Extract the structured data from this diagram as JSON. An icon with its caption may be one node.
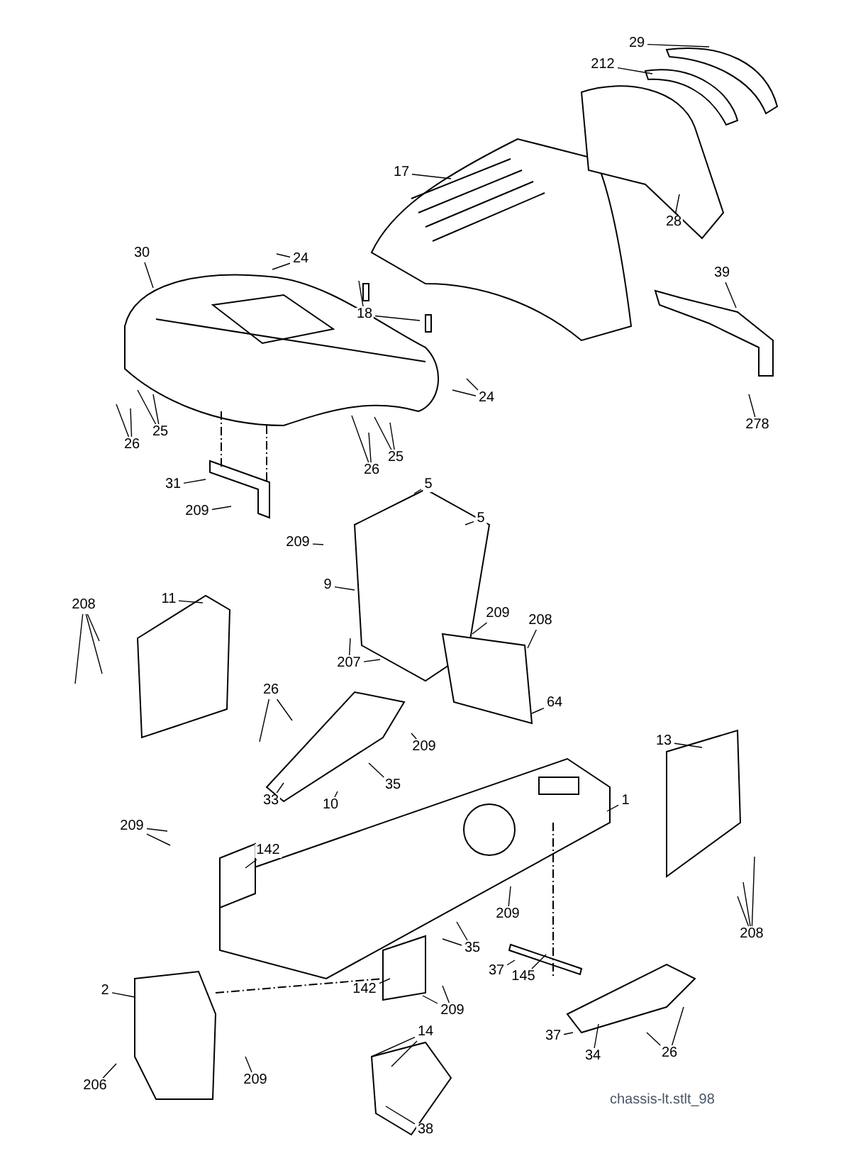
{
  "diagram": {
    "caption": "chassis-lt.stlt_98",
    "nodes": [
      {
        "text": [
          "29"
        ]
      },
      {
        "text": [
          "212"
        ]
      },
      {
        "text": [
          "17"
        ]
      },
      {
        "text": [
          "28"
        ]
      },
      {
        "text": [
          "30"
        ]
      },
      {
        "text": [
          "24"
        ]
      },
      {
        "text": [
          "18"
        ]
      },
      {
        "text": [
          "39"
        ]
      },
      {
        "text": [
          "24"
        ]
      },
      {
        "text": [
          "278"
        ]
      },
      {
        "text": [
          "25"
        ]
      },
      {
        "text": [
          "26"
        ]
      },
      {
        "text": [
          "26"
        ]
      },
      {
        "text": [
          "25"
        ]
      },
      {
        "text": [
          "31"
        ]
      },
      {
        "text": [
          "5"
        ]
      },
      {
        "text": [
          "209"
        ]
      },
      {
        "text": [
          "5"
        ]
      },
      {
        "text": [
          "209"
        ]
      },
      {
        "text": [
          "9"
        ]
      },
      {
        "text": [
          "11"
        ]
      },
      {
        "text": [
          "208"
        ]
      },
      {
        "text": [
          "209"
        ]
      },
      {
        "text": [
          "208"
        ]
      },
      {
        "text": [
          "207"
        ]
      },
      {
        "text": [
          "26"
        ]
      },
      {
        "text": [
          "64"
        ]
      },
      {
        "text": [
          "13"
        ]
      },
      {
        "text": [
          "209"
        ]
      },
      {
        "text": [
          "35"
        ]
      },
      {
        "text": [
          "33"
        ]
      },
      {
        "text": [
          "10"
        ]
      },
      {
        "text": [
          "1"
        ]
      },
      {
        "text": [
          "209"
        ]
      },
      {
        "text": [
          "142"
        ]
      },
      {
        "text": [
          "209"
        ]
      },
      {
        "text": [
          "208"
        ]
      },
      {
        "text": [
          "35"
        ]
      },
      {
        "text": [
          "37"
        ]
      },
      {
        "text": [
          "145"
        ]
      },
      {
        "text": [
          "142"
        ]
      },
      {
        "text": [
          "2"
        ]
      },
      {
        "text": [
          "209"
        ]
      },
      {
        "text": [
          "14"
        ]
      },
      {
        "text": [
          "37"
        ]
      },
      {
        "text": [
          "34"
        ]
      },
      {
        "text": [
          "26"
        ]
      },
      {
        "text": [
          "206"
        ]
      },
      {
        "text": [
          "209"
        ]
      },
      {
        "text": [
          "38"
        ]
      }
    ],
    "edges": [
      {
        "from": 0,
        "to": null,
        "arrow": "none"
      },
      {
        "from": 1,
        "to": null,
        "arrow": "none"
      },
      {
        "from": 2,
        "to": null,
        "arrow": "none"
      },
      {
        "from": 3,
        "to": null,
        "arrow": "none"
      },
      {
        "from": 4,
        "to": null,
        "arrow": "none"
      },
      {
        "from": 5,
        "to": null,
        "arrow": "none"
      },
      {
        "from": 5,
        "to": null,
        "arrow": "none"
      },
      {
        "from": 6,
        "to": null,
        "arrow": "none"
      },
      {
        "from": 6,
        "to": null,
        "arrow": "none"
      },
      {
        "from": 7,
        "to": null,
        "arrow": "none"
      },
      {
        "from": 8,
        "to": null,
        "arrow": "none"
      },
      {
        "from": 8,
        "to": null,
        "arrow": "none"
      },
      {
        "from": 9,
        "to": null,
        "arrow": "none"
      },
      {
        "from": 10,
        "to": null,
        "arrow": "none"
      },
      {
        "from": 10,
        "to": null,
        "arrow": "none"
      },
      {
        "from": 11,
        "to": null,
        "arrow": "none"
      },
      {
        "from": 11,
        "to": null,
        "arrow": "none"
      },
      {
        "from": 12,
        "to": null,
        "arrow": "none"
      },
      {
        "from": 12,
        "to": null,
        "arrow": "none"
      },
      {
        "from": 13,
        "to": null,
        "arrow": "none"
      },
      {
        "from": 13,
        "to": null,
        "arrow": "none"
      },
      {
        "from": 14,
        "to": null,
        "arrow": "none"
      },
      {
        "from": 15,
        "to": null,
        "arrow": "none"
      },
      {
        "from": 16,
        "to": null,
        "arrow": "none"
      },
      {
        "from": 17,
        "to": null,
        "arrow": "none"
      },
      {
        "from": 18,
        "to": null,
        "arrow": "none"
      },
      {
        "from": 19,
        "to": null,
        "arrow": "none"
      },
      {
        "from": 20,
        "to": null,
        "arrow": "none"
      },
      {
        "from": 21,
        "to": null,
        "arrow": "none"
      },
      {
        "from": 21,
        "to": null,
        "arrow": "none"
      },
      {
        "from": 21,
        "to": null,
        "arrow": "none"
      },
      {
        "from": 22,
        "to": null,
        "arrow": "none"
      },
      {
        "from": 23,
        "to": null,
        "arrow": "none"
      },
      {
        "from": 24,
        "to": null,
        "arrow": "none"
      },
      {
        "from": 24,
        "to": null,
        "arrow": "none"
      },
      {
        "from": 25,
        "to": null,
        "arrow": "none"
      },
      {
        "from": 25,
        "to": null,
        "arrow": "none"
      },
      {
        "from": 26,
        "to": null,
        "arrow": "none"
      },
      {
        "from": 27,
        "to": null,
        "arrow": "none"
      },
      {
        "from": 28,
        "to": null,
        "arrow": "none"
      },
      {
        "from": 29,
        "to": null,
        "arrow": "none"
      },
      {
        "from": 30,
        "to": null,
        "arrow": "none"
      },
      {
        "from": 31,
        "to": null,
        "arrow": "none"
      },
      {
        "from": 32,
        "to": null,
        "arrow": "none"
      },
      {
        "from": 33,
        "to": null,
        "arrow": "none"
      },
      {
        "from": 33,
        "to": null,
        "arrow": "none"
      },
      {
        "from": 34,
        "to": null,
        "arrow": "none"
      },
      {
        "from": 35,
        "to": null,
        "arrow": "none"
      },
      {
        "from": 36,
        "to": null,
        "arrow": "none"
      },
      {
        "from": 36,
        "to": null,
        "arrow": "none"
      },
      {
        "from": 36,
        "to": null,
        "arrow": "none"
      },
      {
        "from": 37,
        "to": null,
        "arrow": "none"
      },
      {
        "from": 37,
        "to": null,
        "arrow": "none"
      },
      {
        "from": 38,
        "to": null,
        "arrow": "none"
      },
      {
        "from": 39,
        "to": null,
        "arrow": "none"
      },
      {
        "from": 40,
        "to": null,
        "arrow": "none"
      },
      {
        "from": 41,
        "to": null,
        "arrow": "none"
      },
      {
        "from": 42,
        "to": null,
        "arrow": "none"
      },
      {
        "from": 42,
        "to": null,
        "arrow": "none"
      },
      {
        "from": 43,
        "to": null,
        "arrow": "none"
      },
      {
        "from": 43,
        "to": null,
        "arrow": "none"
      },
      {
        "from": 44,
        "to": null,
        "arrow": "none"
      },
      {
        "from": 45,
        "to": null,
        "arrow": "none"
      },
      {
        "from": 46,
        "to": null,
        "arrow": "none"
      },
      {
        "from": 46,
        "to": null,
        "arrow": "none"
      },
      {
        "from": 47,
        "to": null,
        "arrow": "none"
      },
      {
        "from": 48,
        "to": null,
        "arrow": "none"
      },
      {
        "from": 49,
        "to": null,
        "arrow": "none"
      }
    ]
  }
}
